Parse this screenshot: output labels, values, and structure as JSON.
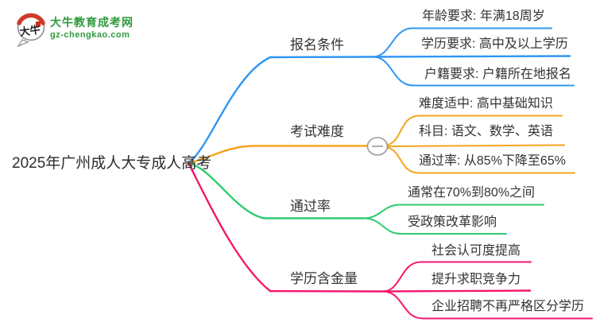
{
  "logo": {
    "icon_label": "大牛",
    "site_name": "大牛教育成考网",
    "site_domain": "gz-chengkao.com"
  },
  "root": {
    "label": "2025年广州成人大专成人高考"
  },
  "colors": {
    "blue": "#2D96F2",
    "orange": "#F5A41D",
    "green": "#2ECC71",
    "pink": "#F2176D",
    "toggle_gray": "#999999",
    "text": "#333333",
    "logo_green": "#2E9A3C"
  },
  "branches": [
    {
      "label": "报名条件",
      "color": "#2D96F2",
      "children": [
        "年龄要求: 年满18周岁",
        "学历要求: 高中及以上学历",
        "户籍要求: 户籍所在地报名"
      ]
    },
    {
      "label": "考试难度",
      "color": "#F5A41D",
      "toggle": "minus",
      "children": [
        "难度适中: 高中基础知识",
        "科目: 语文、数学、英语",
        "通过率: 从85%下降至65%"
      ]
    },
    {
      "label": "通过率",
      "color": "#2ECC71",
      "children": [
        "通常在70%到80%之间",
        "受政策改革影响"
      ]
    },
    {
      "label": "学历含金量",
      "color": "#F2176D",
      "children": [
        "社会认可度提高",
        "提升求职竞争力",
        "企业招聘不再严格区分学历"
      ]
    }
  ]
}
